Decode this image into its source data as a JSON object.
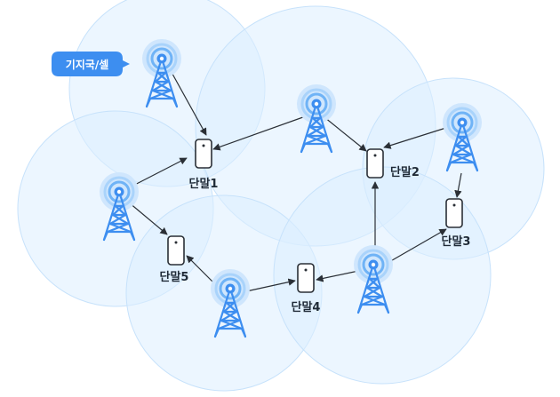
{
  "legend": {
    "label": "기지국/셀"
  },
  "terminals": [
    {
      "id": "t1",
      "label": "단말1"
    },
    {
      "id": "t2",
      "label": "단말2"
    },
    {
      "id": "t3",
      "label": "단말3"
    },
    {
      "id": "t4",
      "label": "단말4"
    },
    {
      "id": "t5",
      "label": "단말5"
    }
  ],
  "colors": {
    "cell_fill": "#dcefff",
    "cell_edge": "#c7e2fb",
    "tower": "#3d8ef0",
    "wave_outer": "#a9d3fb",
    "wave_mid": "#6fb3f6",
    "pill": "#3d8ef0",
    "arrow": "#2a2f36"
  },
  "icons": [
    "cell-tower-icon",
    "mobile-phone-icon"
  ]
}
